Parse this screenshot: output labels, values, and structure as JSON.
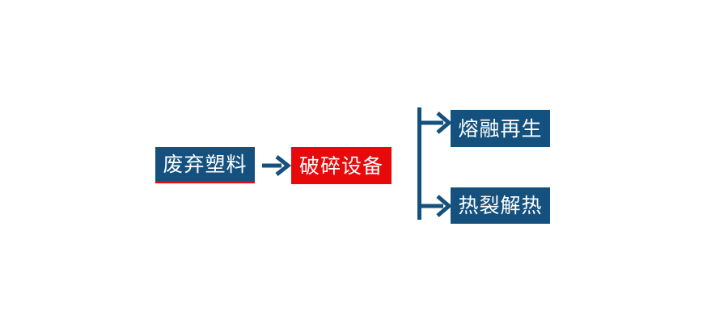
{
  "diagram": {
    "type": "flowchart",
    "title": "",
    "orientation": "left-to-right",
    "background_color": "#ffffff",
    "colors": {
      "primary_blue": "#15517E",
      "accent_red": "#E8090A",
      "node_text": "#ffffff",
      "connector": "#15517E"
    },
    "nodes": [
      {
        "id": "waste-plastic",
        "label": "废弃塑料",
        "shape": "rectangle",
        "fill": "#15517E",
        "text_color": "#ffffff",
        "accent_border": "#E8090A",
        "stage": 1
      },
      {
        "id": "crusher",
        "label": "破碎设备",
        "shape": "rectangle",
        "fill": "#E8090A",
        "text_color": "#ffffff",
        "accent_border": "",
        "stage": 2
      },
      {
        "id": "melt-regeneration",
        "label": "熔融再生",
        "shape": "rectangle",
        "fill": "#15517E",
        "text_color": "#ffffff",
        "accent_border": "",
        "stage": 3
      },
      {
        "id": "pyrolysis",
        "label": "热裂解热",
        "shape": "rectangle",
        "fill": "#15517E",
        "text_color": "#ffffff",
        "accent_border": "",
        "stage": 3
      }
    ],
    "connectors": [
      {
        "id": "main-arrow",
        "from": "waste-plastic",
        "to": "crusher",
        "style": "single-arrow",
        "color": "#15517E"
      },
      {
        "id": "branch-bracket",
        "from": "crusher",
        "to": "melt-regeneration,pyrolysis",
        "style": "split-bracket-two-arrows",
        "color": "#15517E"
      }
    ]
  }
}
